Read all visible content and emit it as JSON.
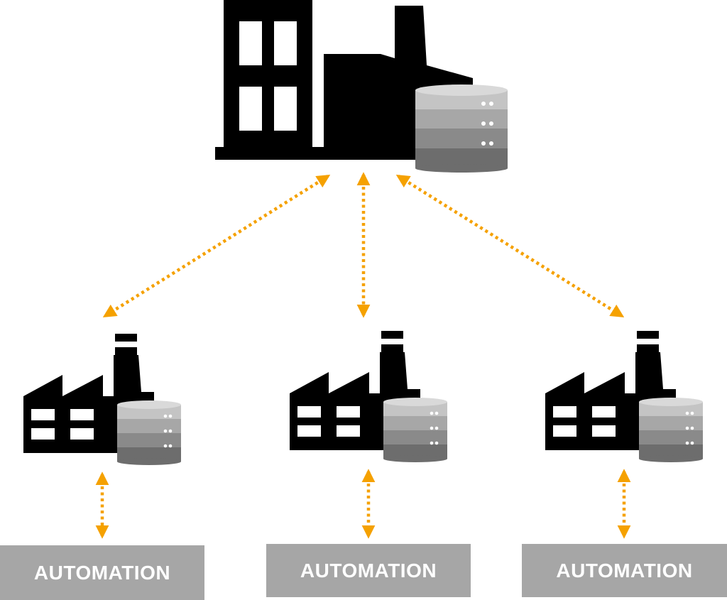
{
  "colors": {
    "factory": "#000000",
    "window": "#ffffff",
    "arrow": "#f5a100",
    "box": "#a6a6a6",
    "box_text": "#ffffff",
    "db_bands": [
      "#c4c4c4",
      "#a7a7a7",
      "#8a8a8a",
      "#6d6d6d"
    ],
    "db_top": "#d9d9d9"
  },
  "icons": {
    "main_site": "factory-with-database-icon",
    "sub_site": "factory-with-database-icon",
    "link": "bidirectional-dotted-arrow-icon"
  },
  "nodes": {
    "main": "central-factory",
    "sites": [
      "site-left",
      "site-center",
      "site-right"
    ]
  },
  "boxes": [
    {
      "label": "AUTOMATION"
    },
    {
      "label": "AUTOMATION"
    },
    {
      "label": "AUTOMATION"
    }
  ]
}
